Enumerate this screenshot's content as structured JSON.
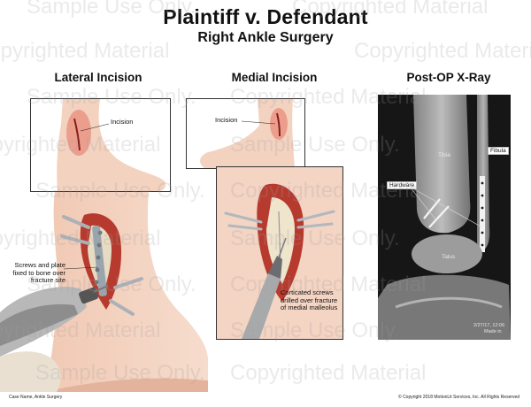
{
  "title": "Plaintiff v. Defendant",
  "subtitle": "Right Ankle Surgery",
  "panels": {
    "lateral": {
      "heading": "Lateral Incision",
      "incision_label": "Incision"
    },
    "medial": {
      "heading": "Medial Incision",
      "incision_label": "Incision"
    },
    "xray": {
      "heading": "Post-OP X-Ray"
    }
  },
  "labels": {
    "screws_plate": "Screws and plate fixed to bone over fracture site",
    "corticated_screws": "Corticated screws drilled over fracture of medial malleolus",
    "tibia": "Tibia",
    "fibula": "Fibula",
    "hardware": "Hardware",
    "talus": "Talus"
  },
  "xray_stamp": {
    "line1": "2/27/17, 12:06",
    "line2": "Made in"
  },
  "footer": {
    "left": "Case Name, Ankle Surgery",
    "right": "© Copyright 2018 MotionLit Services, Inc. All Rights Reserved"
  },
  "watermark": {
    "text_a": "Sample Use Only.",
    "text_b": "Copyrighted Material"
  }
}
